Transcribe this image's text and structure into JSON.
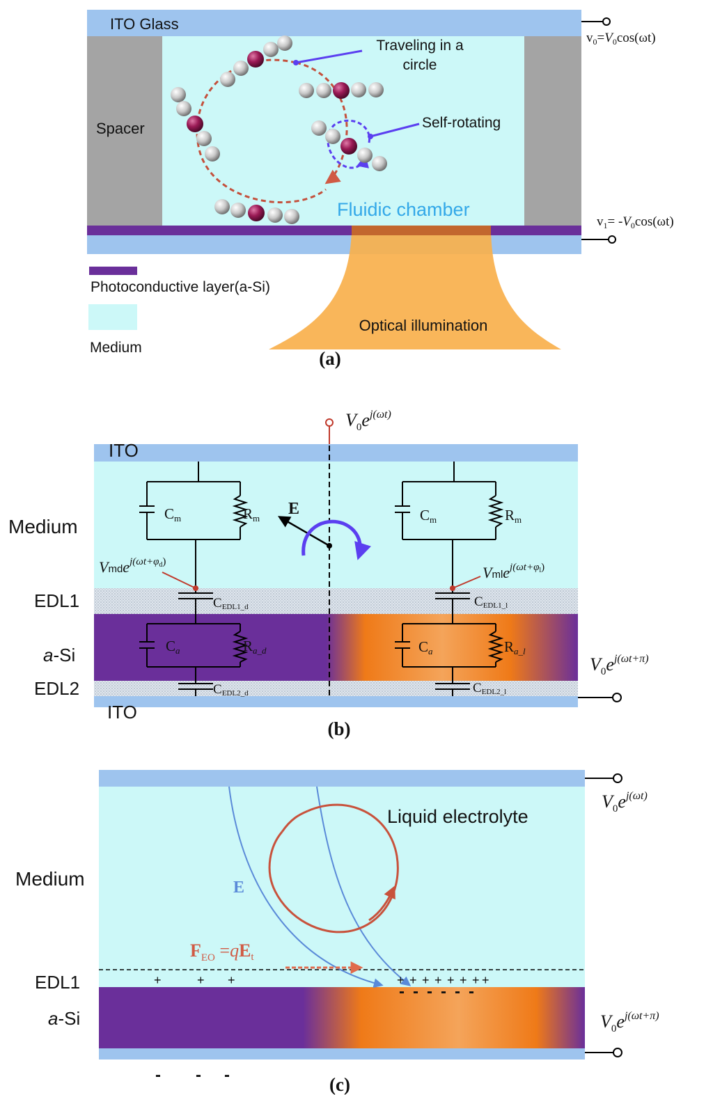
{
  "panel_a": {
    "caption": "(a)",
    "ito_glass": "ITO Glass",
    "spacer": "Spacer",
    "fluidic_chamber": "Fluidic chamber",
    "traveling_line1": "Traveling in a",
    "traveling_line2": "circle",
    "self_rotating": "Self-rotating",
    "v0_label": "v",
    "v0_sub": "0",
    "v0_eq": "=",
    "v0_amp": "V",
    "v0_amp_sub": "0",
    "v0_func": "cos(ωt)",
    "v1_label": "v",
    "v1_sub": "1",
    "v1_eq": "= -",
    "v1_amp": "V",
    "v1_amp_sub": "0",
    "v1_func": "cos(ωt)",
    "legend_photoconductive": "Photoconductive layer(a-Si)",
    "legend_medium": "Medium",
    "optical_illumination": "Optical illumination"
  },
  "panel_b": {
    "caption": "(b)",
    "ito_top": "ITO",
    "ito_bottom": "ITO",
    "medium": "Medium",
    "edl1": "EDL1",
    "asi_italic": "a",
    "asi_rest": "-Si",
    "edl2": "EDL2",
    "field": "E",
    "top_source_base": "V",
    "top_source_sub": "0",
    "top_source_e": "e",
    "top_source_exp": "j(ωt)",
    "right_source_base": "V",
    "right_source_sub": "0",
    "right_source_e": "e",
    "right_source_exp": "j(ωt+π)",
    "left": {
      "cm": "C",
      "cm_sub": "m",
      "rm": "R",
      "rm_sub": "m",
      "vm_base": "V",
      "vm_sub": "md",
      "vm_e": "e",
      "vm_exp": "j(ωt+φ",
      "vm_exp_sub": "d",
      "vm_exp_close": ")",
      "cedl1": "C",
      "cedl1_sub": "EDL1_d",
      "ca": "C",
      "ca_sub": "a",
      "ra": "R",
      "ra_sub": "a_d",
      "cedl2": "C",
      "cedl2_sub": "EDL2_d"
    },
    "right": {
      "cm": "C",
      "cm_sub": "m",
      "rm": "R",
      "rm_sub": "m",
      "vm_base": "V",
      "vm_sub": "ml",
      "vm_e": "e",
      "vm_exp": "j(ωt+φ",
      "vm_exp_sub": "l",
      "vm_exp_close": ")",
      "cedl1": "C",
      "cedl1_sub": "EDL1_l",
      "ca": "C",
      "ca_sub": "a",
      "ra": "R",
      "ra_sub": "a_l",
      "cedl2": "C",
      "cedl2_sub": "EDL2_l"
    }
  },
  "panel_c": {
    "caption": "(c)",
    "medium": "Medium",
    "edl1": "EDL1",
    "asi_italic": "a",
    "asi_rest": "-Si",
    "liquid_electrolyte": "Liquid electrolyte",
    "field": "E",
    "feo_base": "F",
    "feo_sub": "EO",
    "feo_eq": " =",
    "feo_q": "q",
    "feo_e": "E",
    "feo_esub": "t",
    "top_source_base": "V",
    "top_source_sub": "0",
    "top_source_e": "e",
    "top_source_exp": "j(ωt)",
    "bottom_source_base": "V",
    "bottom_source_sub": "0",
    "bottom_source_e": "e",
    "bottom_source_exp": "j(ωt+π)",
    "plus_sign": "+",
    "minus_sign": "-"
  },
  "colors": {
    "ito": "#9ec4ee",
    "medium": "#ccf8f8",
    "spacer": "#a4a4a4",
    "photoconductive": "#6a2f9a",
    "illumination": "#f8b04c",
    "fluidic_text": "#33a8e8",
    "callout_line": "#5b3ff0",
    "trajectory": "#c4503c",
    "lit_orange": "#ef7a18"
  }
}
